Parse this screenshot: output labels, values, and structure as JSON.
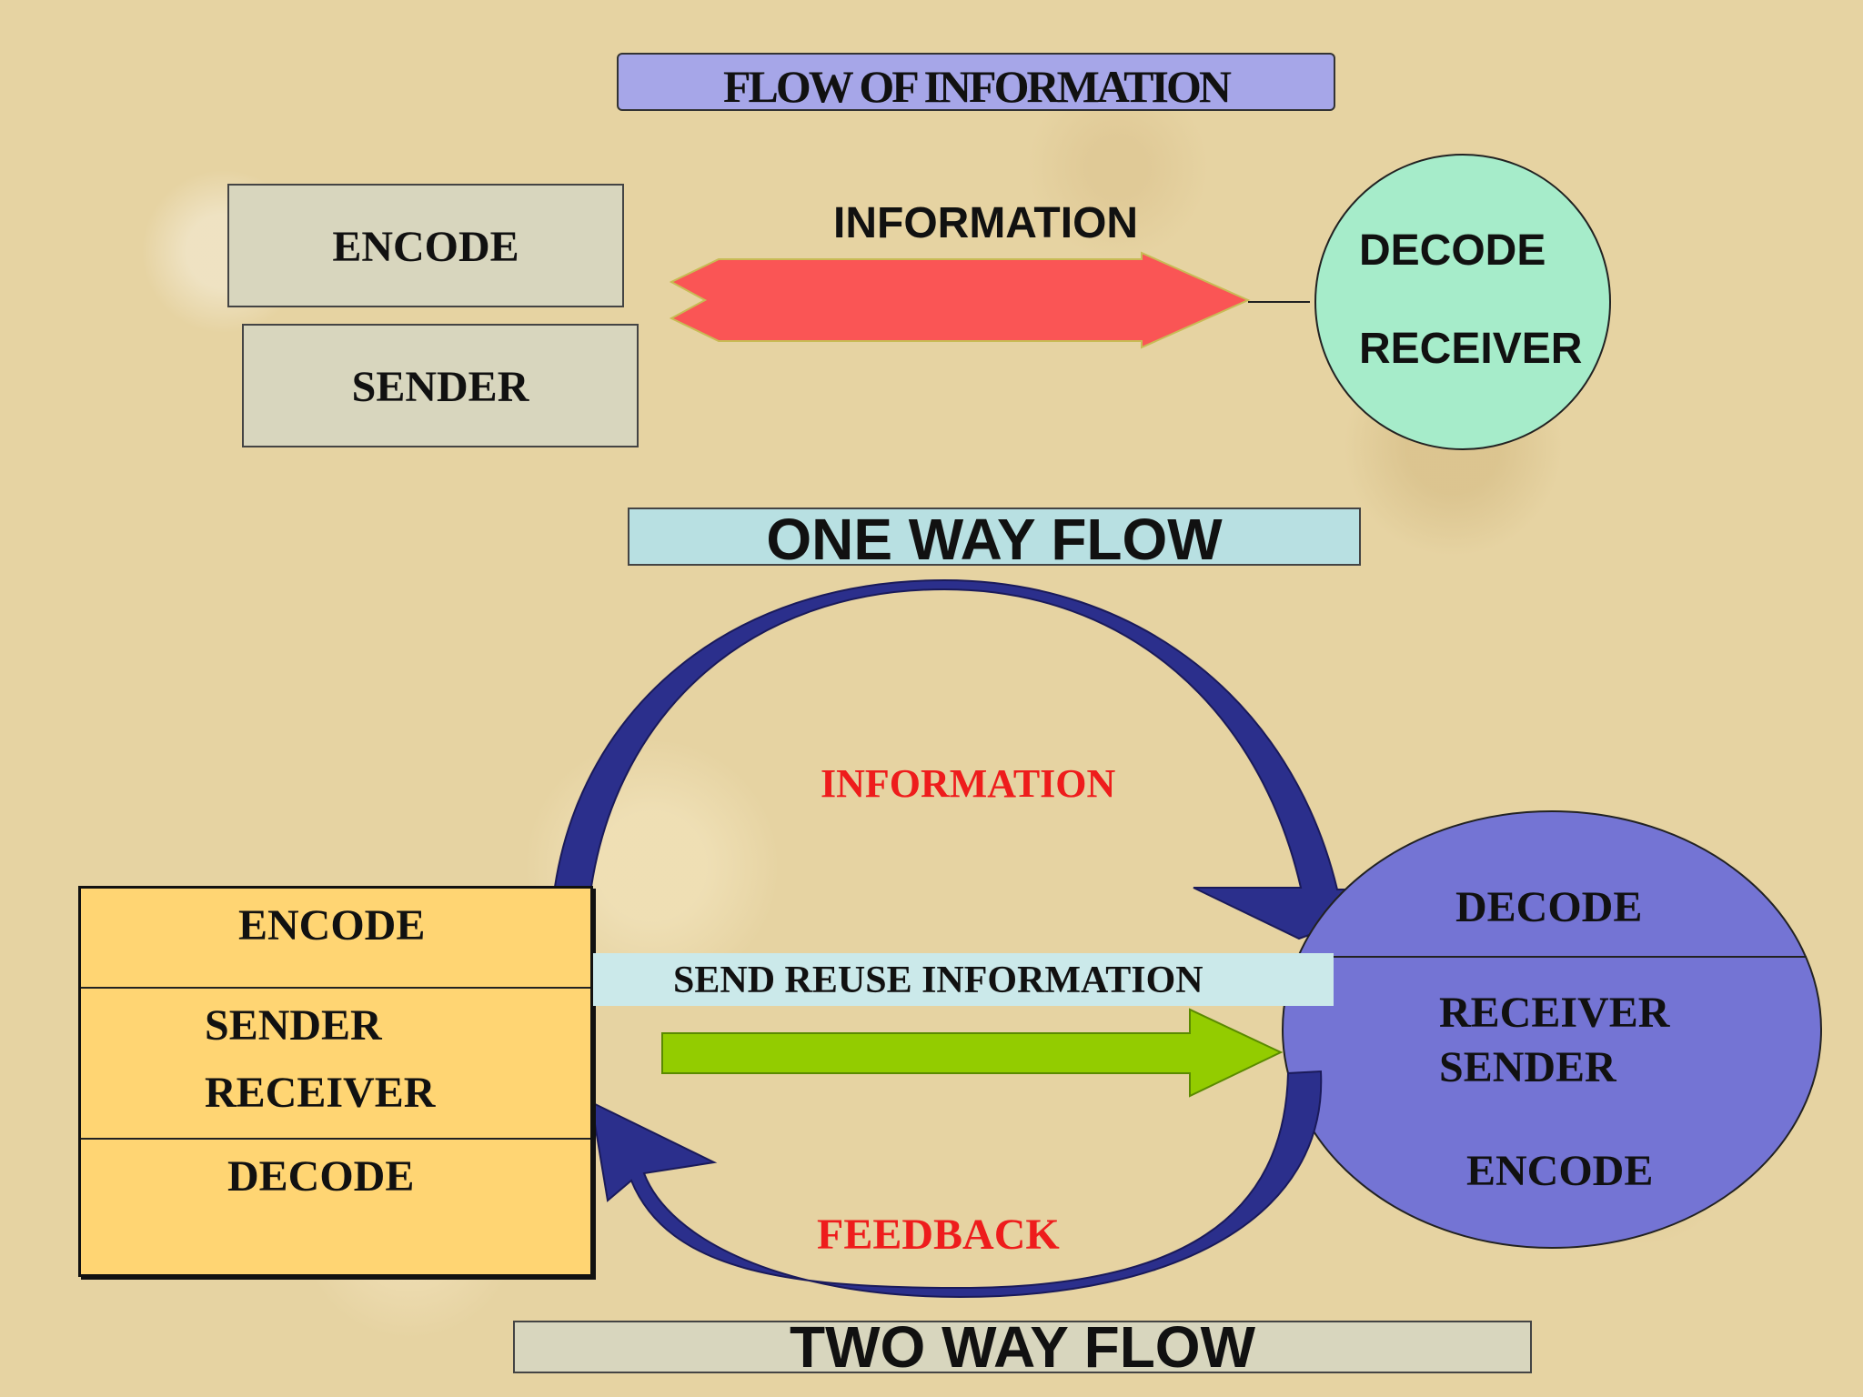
{
  "title": "FLOW OF INFORMATION",
  "one_way": {
    "encode": "ENCODE",
    "sender": "SENDER",
    "arrow_label": "INFORMATION",
    "decode": "DECODE",
    "receiver": "RECEIVER",
    "caption": "ONE WAY FLOW"
  },
  "two_way": {
    "left_box": {
      "encode": "ENCODE",
      "sender": "SENDER",
      "receiver": "RECEIVER",
      "decode": "DECODE"
    },
    "information": "INFORMATION",
    "send_reuse": "SEND REUSE INFORMATION",
    "feedback": "FEEDBACK",
    "right_ellipse": {
      "decode": "DECODE",
      "receiver": "RECEIVER",
      "sender": "SENDER",
      "encode": "ENCODE"
    },
    "caption": "TWO WAY FLOW"
  },
  "colors": {
    "title_bg": "#a6a6e8",
    "gray_box": "#d8d6be",
    "arrow_red": "#fa5555",
    "circle_green": "#a6ecca",
    "caption1_bg": "#b8e0e2",
    "arc_navy": "#2b2f8c",
    "orange_box": "#ffd573",
    "ellipse_blue": "#7474d4",
    "arrow_green": "#93cc00",
    "red_text": "#ee1c1c",
    "caption2_bg": "#d8d6be"
  }
}
